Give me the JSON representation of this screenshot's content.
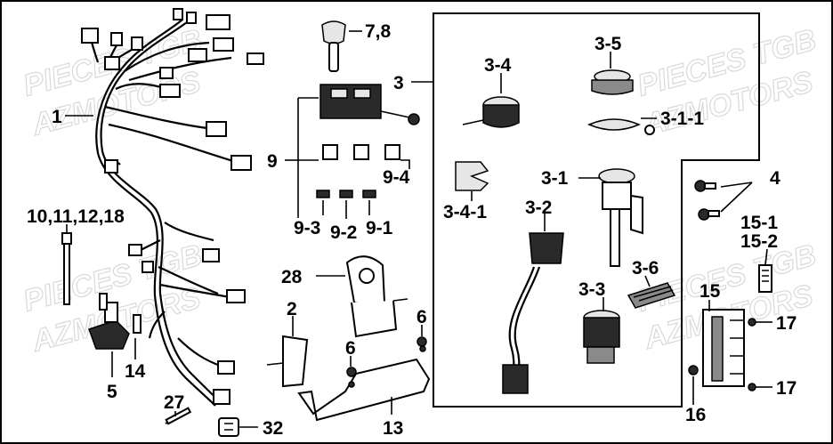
{
  "watermarks": [
    "PIECES TGB",
    "AZMOTORS",
    "PIECES TGB",
    "AZMOTORS",
    "PIECES TGB",
    "AZMOTORS",
    "PIECES TGB",
    "AZMOTORS"
  ],
  "callouts": {
    "c1": "1",
    "c7_8": "7,8",
    "c3": "3",
    "c3_4": "3-4",
    "c3_5": "3-5",
    "c3_1_1": "3-1-1",
    "c9": "9",
    "c9_4": "9-4",
    "c9_3": "9-3",
    "c9_2": "9-2",
    "c9_1": "9-1",
    "c3_4_1": "3-4-1",
    "c3_1": "3-1",
    "c4": "4",
    "c10_18": "10,11,12,18",
    "c3_2": "3-2",
    "c15_1": "15-1",
    "c15_2": "15-2",
    "c3_6": "3-6",
    "c28": "28",
    "c3_3": "3-3",
    "c15": "15",
    "c2": "2",
    "c6a": "6",
    "c6b": "6",
    "c17a": "17",
    "c14": "14",
    "c5": "5",
    "c17b": "17",
    "c16": "16",
    "c27": "27",
    "c13": "13",
    "c32": "32"
  }
}
